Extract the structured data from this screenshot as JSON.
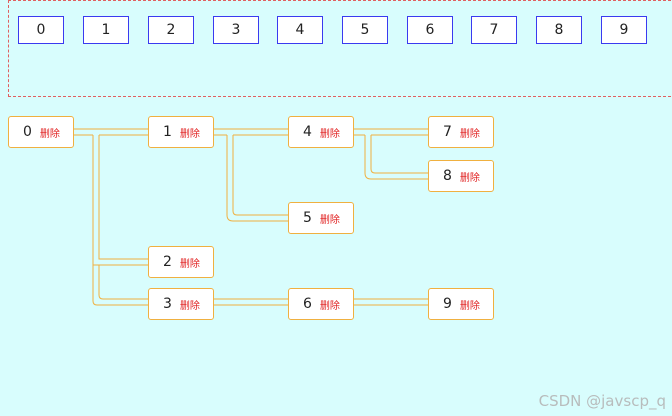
{
  "palette": {
    "chips": [
      "0",
      "1",
      "2",
      "3",
      "4",
      "5",
      "6",
      "7",
      "8",
      "9"
    ]
  },
  "tree": {
    "delete_label": "删除",
    "nodes": [
      "0",
      "1",
      "2",
      "3",
      "4",
      "5",
      "6",
      "7",
      "8",
      "9"
    ]
  },
  "watermark": "CSDN @javscp_q",
  "colors": {
    "background": "#d8fdfd",
    "chip_border": "#3a3af0",
    "node_border": "#f0b040",
    "connector": "#f0b040",
    "delete_text": "#e02020",
    "palette_border": "#e06060"
  }
}
